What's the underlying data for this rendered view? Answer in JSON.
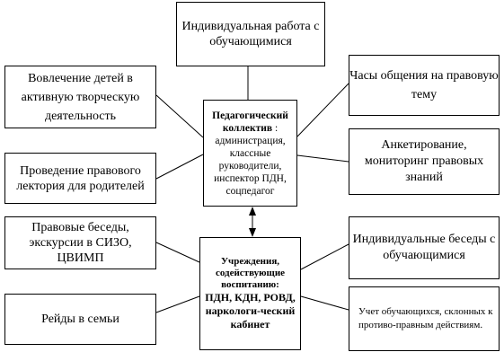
{
  "boxes": {
    "top": "Индивидуальная работа с обучающимися",
    "left1": "Вовлечение детей в активную творческую деятельность",
    "left2": "Проведение правового лектория для родителей",
    "left3": "Правовые беседы, экскурсии в СИЗО, ЦВИМП",
    "left4": "Рейды в семьи",
    "right1": "Часы общения на правовую тему",
    "right2": "Анкетирование, мониторинг правовых знаний",
    "right3": "Индивидуальные беседы с обучающимися",
    "right4": "Учет обучающихся, склонных к противо-правным действиям."
  },
  "center_top": {
    "title": "Педагогический коллектив",
    "rest": ": администрация, классные руководители, инспектор ПДН, соцпедагог"
  },
  "center_bottom": {
    "title": "Учреждения, содействующие воспитанию:",
    "orgs": "ПДН, КДН, РОВД, наркологи-ческий кабинет"
  }
}
